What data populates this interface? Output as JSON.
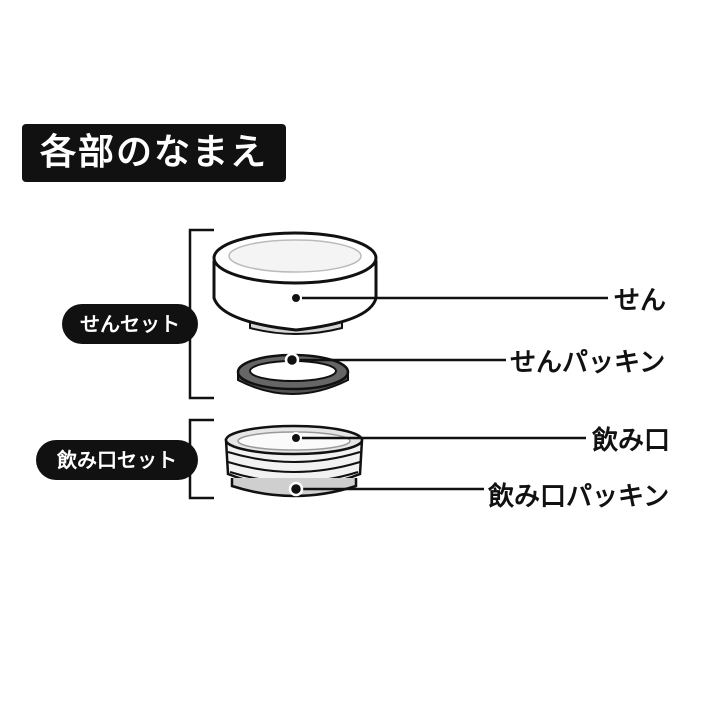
{
  "title": "各部のなまえ",
  "groups": {
    "sen_set": "せんセット",
    "nomiguchi_set": "飲み口セット"
  },
  "parts": {
    "sen": "せん",
    "sen_packing": "せんパッキン",
    "nomiguchi": "飲み口",
    "nomiguchi_packing": "飲み口パッキン"
  }
}
